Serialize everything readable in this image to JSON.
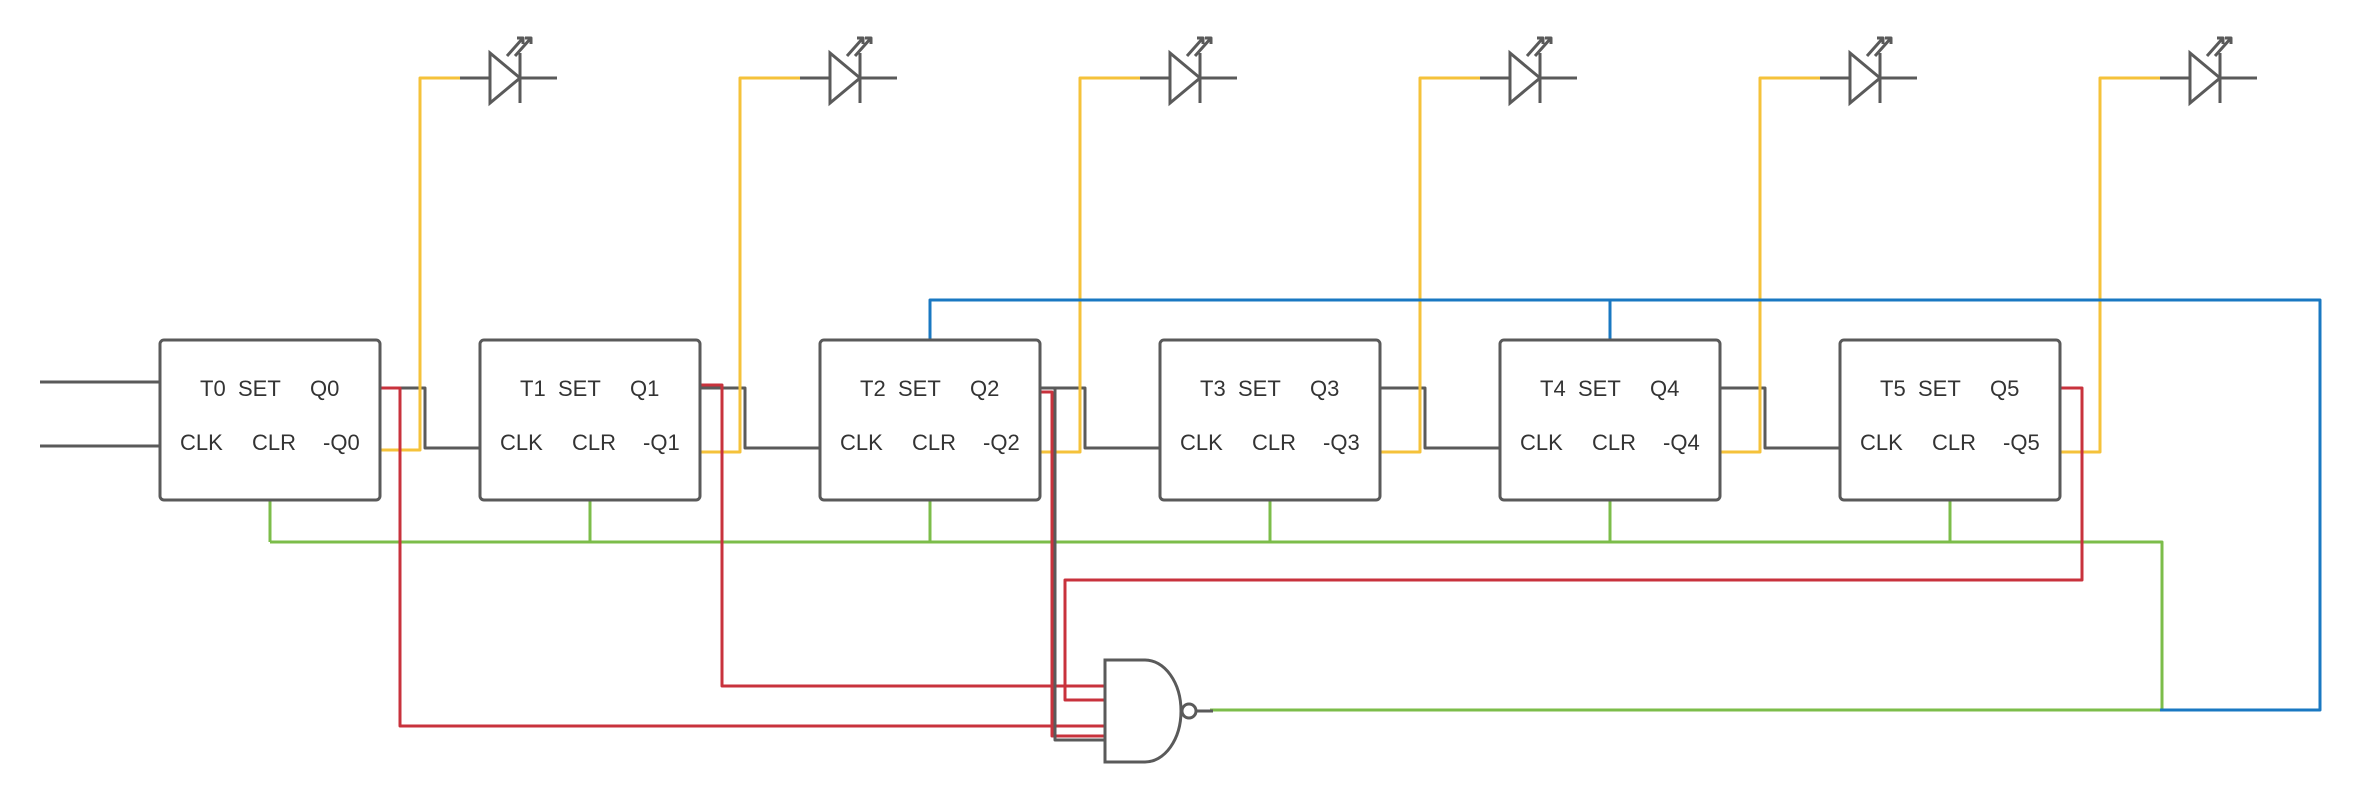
{
  "colors": {
    "signal": "#5a5a5a",
    "led_output": "#f5c23a",
    "nand_input": "#c8323c",
    "clear_bus": "#7cbd4a",
    "set_bus": "#1a78c2"
  },
  "flipflops": [
    {
      "t": "T0",
      "set": "SET",
      "q": "Q0",
      "clk": "CLK",
      "clr": "CLR",
      "nq": "-Q0"
    },
    {
      "t": "T1",
      "set": "SET",
      "q": "Q1",
      "clk": "CLK",
      "clr": "CLR",
      "nq": "-Q1"
    },
    {
      "t": "T2",
      "set": "SET",
      "q": "Q2",
      "clk": "CLK",
      "clr": "CLR",
      "nq": "-Q2"
    },
    {
      "t": "T3",
      "set": "SET",
      "q": "Q3",
      "clk": "CLK",
      "clr": "CLR",
      "nq": "-Q3"
    },
    {
      "t": "T4",
      "set": "SET",
      "q": "Q4",
      "clk": "CLK",
      "clr": "CLR",
      "nq": "-Q4"
    },
    {
      "t": "T5",
      "set": "SET",
      "q": "Q5",
      "clk": "CLK",
      "clr": "CLR",
      "nq": "-Q5"
    }
  ],
  "leds": [
    {
      "icon": "led-diode-icon"
    },
    {
      "icon": "led-diode-icon"
    },
    {
      "icon": "led-diode-icon"
    },
    {
      "icon": "led-diode-icon"
    },
    {
      "icon": "led-diode-icon"
    },
    {
      "icon": "led-diode-icon"
    }
  ],
  "gate": {
    "icon": "nand-gate-icon"
  }
}
